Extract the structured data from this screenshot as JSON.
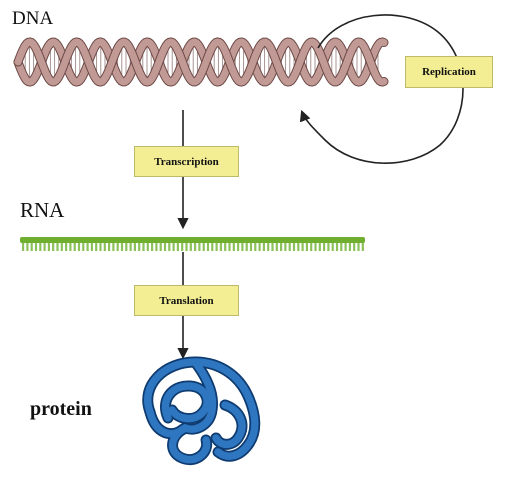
{
  "labels": {
    "dna": "DNA",
    "rna": "RNA",
    "protein": "protein"
  },
  "processes": {
    "replication": "Replication",
    "transcription": "Transcription",
    "translation": "Translation"
  },
  "colors": {
    "box_fill": "#f3ee93",
    "dna_strand": "#c29a95",
    "dna_outline": "#6d4a47",
    "rna_backbone": "#6fae2e",
    "rna_bases": "#8cc05a",
    "protein": "#2f76c0",
    "protein_outline": "#0e3b70",
    "arrow": "#222222"
  },
  "icons": {
    "dna": "double-helix",
    "rna": "single-strand-comb",
    "protein": "folded-chain"
  }
}
